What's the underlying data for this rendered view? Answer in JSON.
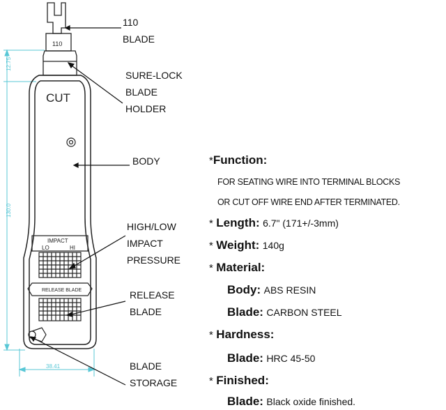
{
  "tool": {
    "blade_tip_label": "110",
    "body_text": "CUT",
    "impact_label": "IMPACT",
    "lo_label": "LO",
    "hi_label": "HI",
    "release_label": "RELEASE BLADE"
  },
  "dimensions": {
    "top": "12.75",
    "length": "130.0",
    "width": "38.41"
  },
  "callouts": {
    "blade_110": [
      "110",
      "BLADE"
    ],
    "sure_lock": [
      "SURE-LOCK",
      "BLADE",
      "HOLDER"
    ],
    "body": [
      "BODY"
    ],
    "high_low": [
      "HIGH/LOW",
      "IMPACT",
      "PRESSURE"
    ],
    "release": [
      "RELEASE",
      "BLADE"
    ],
    "storage": [
      "BLADE",
      "STORAGE"
    ]
  },
  "specs": {
    "function_key": "Function:",
    "function_line1": "FOR SEATING WIRE INTO TERMINAL BLOCKS",
    "function_line2": "OR CUT OFF WIRE END AFTER TERMINATED.",
    "length_key": "Length:",
    "length_val": "6.7\" (171+/-3mm)",
    "weight_key": "Weight:",
    "weight_val": "140g",
    "material_key": "Material:",
    "body_key": "Body:",
    "body_val": "ABS RESIN",
    "blade_key": "Blade:",
    "blade_val": "CARBON STEEL",
    "hardness_key": "Hardness:",
    "hardness_blade_key": "Blade:",
    "hardness_val": "HRC 45-50",
    "finished_key": "Finished:",
    "finished_blade_key": "Blade:",
    "finished_val": "Black oxide finished.",
    "star": "*"
  }
}
